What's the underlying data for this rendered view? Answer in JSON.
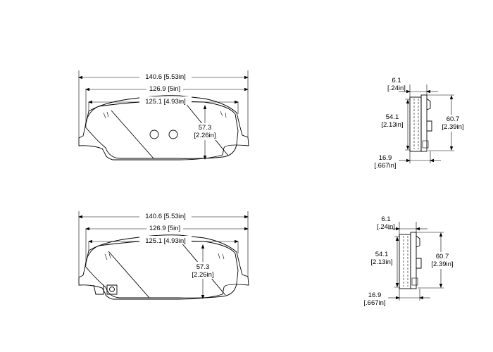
{
  "views": [
    {
      "id": "top",
      "front": {
        "overall_width": "140.6 [5.53in]",
        "mid_width": "126.9 [5in]",
        "inner_width": "125.1 [4.93in]",
        "height_value": "57.3",
        "height_inch": "[2.26in]"
      },
      "side": {
        "backing_thickness_value": "6.1",
        "backing_thickness_inch": "[.24in]",
        "inner_height_value": "54.1",
        "inner_height_inch": "[2.13in]",
        "outer_height_value": "60.7",
        "outer_height_inch": "[2.39in]",
        "total_thickness_value": "16.9",
        "total_thickness_inch": "[.667in]"
      }
    },
    {
      "id": "bottom",
      "front": {
        "overall_width": "140.6 [5.53in]",
        "mid_width": "126.9 [5in]",
        "inner_width": "125.1 [4.93in]",
        "height_value": "57.3",
        "height_inch": "[2.26in]"
      },
      "side": {
        "backing_thickness_value": "6.1",
        "backing_thickness_inch": "[.24in]",
        "inner_height_value": "54.1",
        "inner_height_inch": "[2.13in]",
        "outer_height_value": "60.7",
        "outer_height_inch": "[2.39in]",
        "total_thickness_value": "16.9",
        "total_thickness_inch": "[.667in]"
      }
    }
  ]
}
